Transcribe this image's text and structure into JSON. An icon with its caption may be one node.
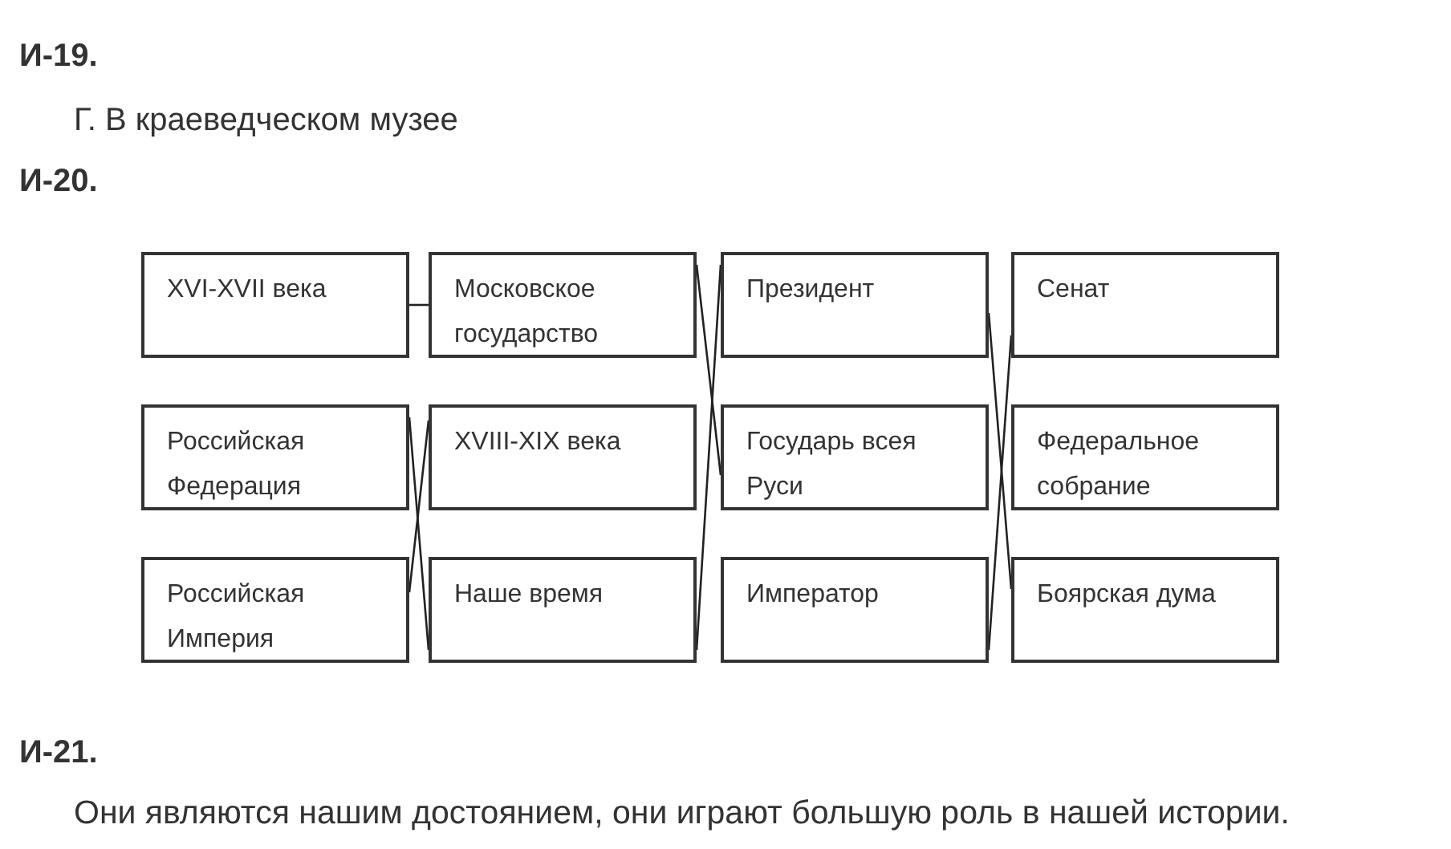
{
  "diagram": {
    "nodes": [
      {
        "text": [
          "XVI-XVII века"
        ]
      },
      {
        "text": [
          "Российская Федерация"
        ]
      },
      {
        "text": [
          "Российская Империя"
        ]
      },
      {
        "text": [
          "Московское государство"
        ]
      },
      {
        "text": [
          "XVIII-XIX века"
        ]
      },
      {
        "text": [
          "Наше время"
        ]
      },
      {
        "text": [
          "Президент"
        ]
      },
      {
        "text": [
          "Государь всея Руси"
        ]
      },
      {
        "text": [
          "Император"
        ]
      },
      {
        "text": [
          "Сенат"
        ]
      },
      {
        "text": [
          "Федеральное собрание"
        ]
      },
      {
        "text": [
          "Боярская дума"
        ]
      }
    ],
    "edges": [
      {
        "from": 0,
        "to": 3,
        "arrow": "none"
      },
      {
        "from": 1,
        "to": 5,
        "arrow": "none"
      },
      {
        "from": 2,
        "to": 4,
        "arrow": "none"
      },
      {
        "from": 3,
        "to": 7,
        "arrow": "none"
      },
      {
        "from": 5,
        "to": 6,
        "arrow": "none"
      },
      {
        "from": 6,
        "to": 11,
        "arrow": "none"
      },
      {
        "from": 8,
        "to": 9,
        "arrow": "none"
      }
    ],
    "labels": [
      "И-19.",
      "Г. В краеведческом музее",
      "И-20.",
      "И-21.",
      "Они являются нашим достоянием, они играют большую роль в нашей истории."
    ]
  }
}
